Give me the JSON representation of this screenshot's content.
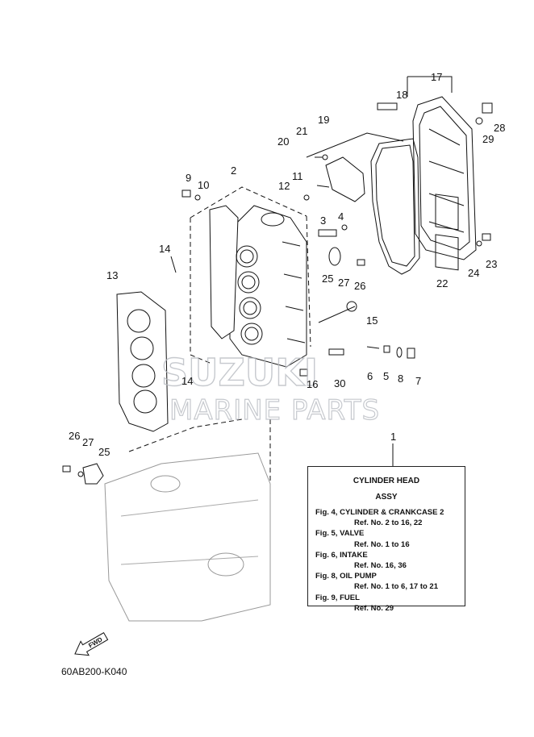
{
  "diagram": {
    "callouts": [
      "1",
      "2",
      "3",
      "4",
      "5",
      "6",
      "7",
      "8",
      "9",
      "10",
      "11",
      "12",
      "13",
      "14",
      "14",
      "15",
      "16",
      "17",
      "18",
      "19",
      "20",
      "21",
      "22",
      "23",
      "24",
      "25",
      "25",
      "26",
      "26",
      "27",
      "27",
      "28",
      "29",
      "30"
    ],
    "watermark": {
      "line1": "SUZUKI",
      "line2": "MARINE PARTS"
    },
    "fwd_label": "FWD",
    "code": "60AB200-K040"
  },
  "reference_box": {
    "title": "CYLINDER HEAD",
    "subtitle": "ASSY",
    "lines": [
      "Fig. 4, CYLINDER & CRANKCASE 2",
      "Ref. No. 2 to 16, 22",
      "Fig. 5, VALVE",
      "Ref. No. 1 to 16",
      "Fig. 6, INTAKE",
      "Ref. No. 16, 36",
      "Fig. 8, OIL PUMP",
      "Ref. No. 1 to 6, 17 to 21",
      "Fig. 9, FUEL",
      "Ref. No. 29"
    ]
  }
}
